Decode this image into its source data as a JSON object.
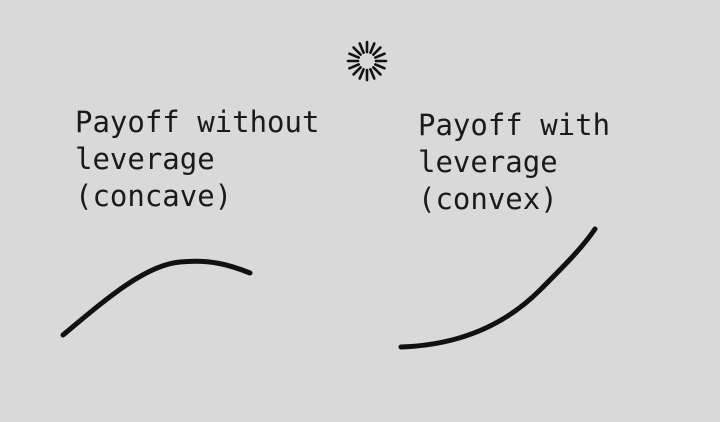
{
  "diagram": {
    "spinner": {
      "icon": "loading-spinner-icon"
    },
    "left_panel": {
      "label_lines": [
        "Payoff without",
        "leverage",
        "(concave)"
      ],
      "curve_shape": "concave"
    },
    "right_panel": {
      "label_lines": [
        "Payoff with",
        "leverage",
        "(convex)"
      ],
      "curve_shape": "convex"
    },
    "colors": {
      "background": "#d9d9d9",
      "ink": "#111111"
    }
  }
}
